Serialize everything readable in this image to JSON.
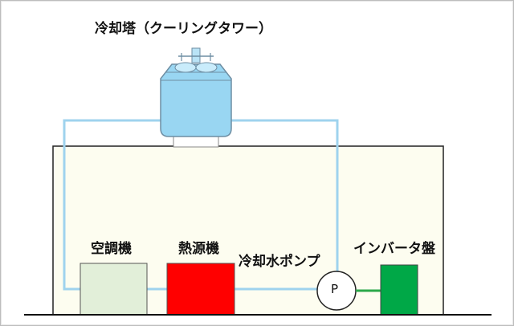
{
  "labels": {
    "cooling_tower": "冷却塔（クーリングタワー）",
    "air_handler": "空調機",
    "heat_source": "熱源機",
    "cooling_pump": "冷却水ポンプ",
    "inverter_panel": "インバータ盤",
    "pump_symbol": "P"
  },
  "colors": {
    "building_fill": "#fdfdf0",
    "pipe": "#9fd3ee",
    "air_handler": "#e2efd9",
    "heat_source": "#ff0000",
    "inverter_panel": "#00a847",
    "inverter_wire": "#2ca84a",
    "tower_body": "#99d6f2"
  }
}
